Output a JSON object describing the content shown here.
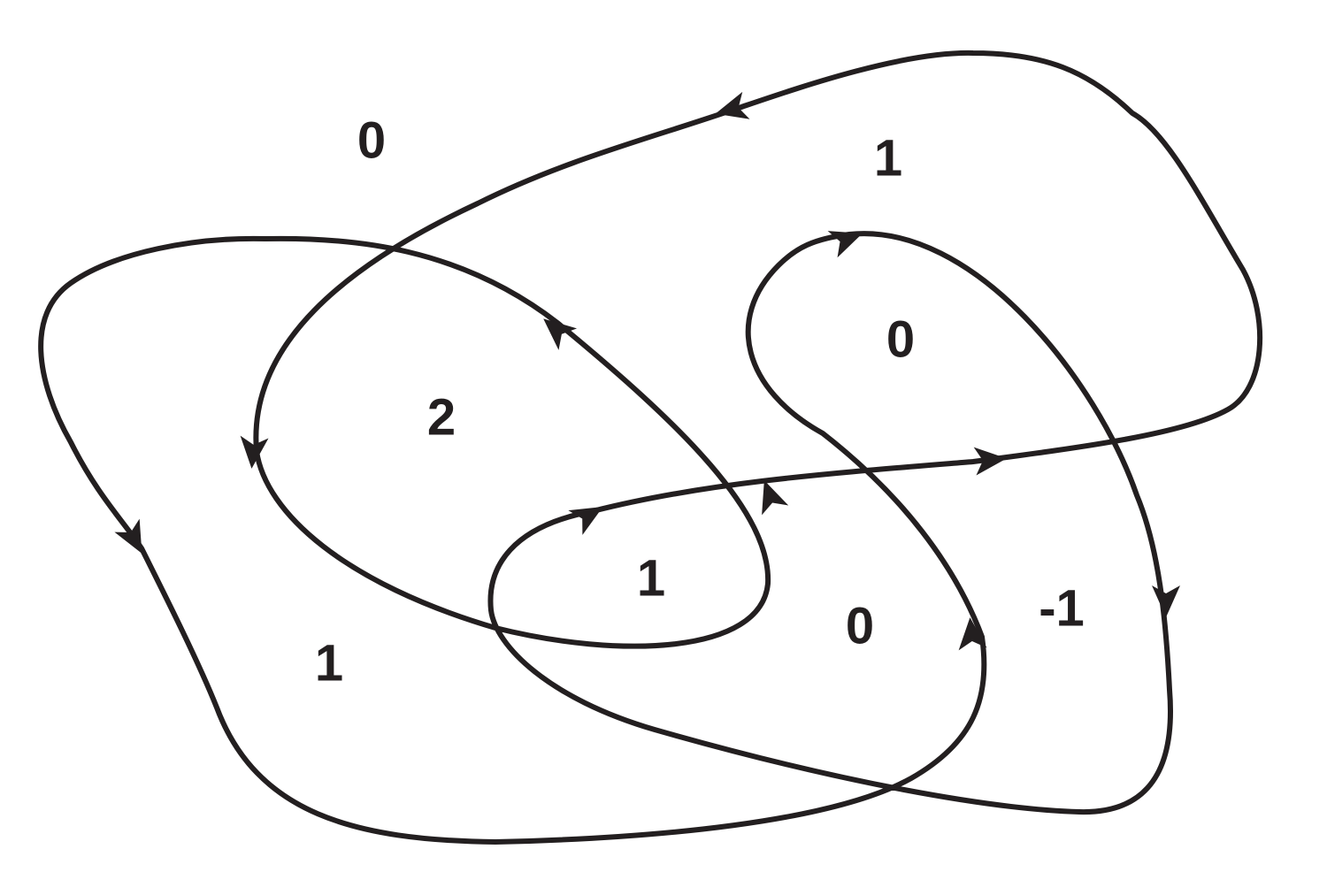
{
  "diagram": {
    "colors": {
      "stroke": "#231f20",
      "background": "#ffffff"
    },
    "curve_count": 1,
    "arrow_count": 10,
    "region_labels": [
      {
        "id": "outer-top-left",
        "text": "0"
      },
      {
        "id": "top-right",
        "text": "1"
      },
      {
        "id": "right-inner-loop",
        "text": "0"
      },
      {
        "id": "center-left",
        "text": "2"
      },
      {
        "id": "center",
        "text": "1"
      },
      {
        "id": "bottom-middle",
        "text": "0"
      },
      {
        "id": "bottom-right",
        "text": "-1"
      },
      {
        "id": "bottom-left",
        "text": "1"
      }
    ]
  }
}
